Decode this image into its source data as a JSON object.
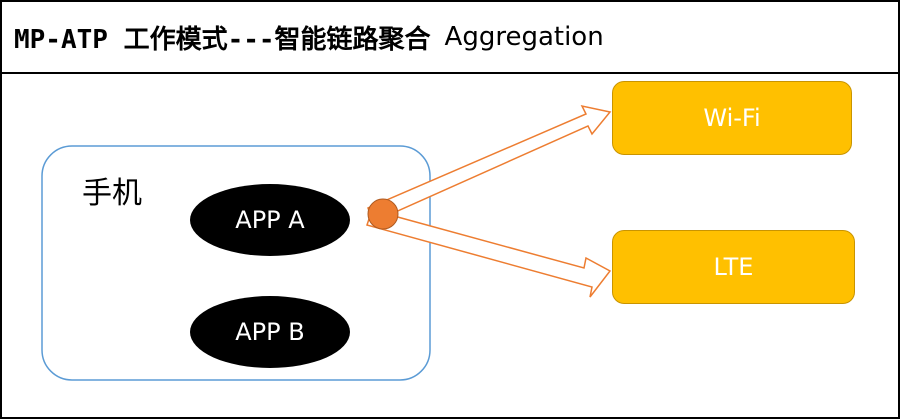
{
  "title": {
    "main": "MP-ATP 工作模式---智能链路聚合",
    "sub": "Aggregation"
  },
  "phone": {
    "label": "手机"
  },
  "apps": [
    {
      "label": "APP A"
    },
    {
      "label": "APP B"
    }
  ],
  "links": [
    {
      "label": "Wi-Fi"
    },
    {
      "label": "LTE"
    }
  ],
  "colors": {
    "link_fill": "#FFC000",
    "phone_border": "#5B9BD5",
    "arrow_stroke": "#ED7D31",
    "node_fill": "#ED7D31",
    "app_fill": "#000000"
  }
}
